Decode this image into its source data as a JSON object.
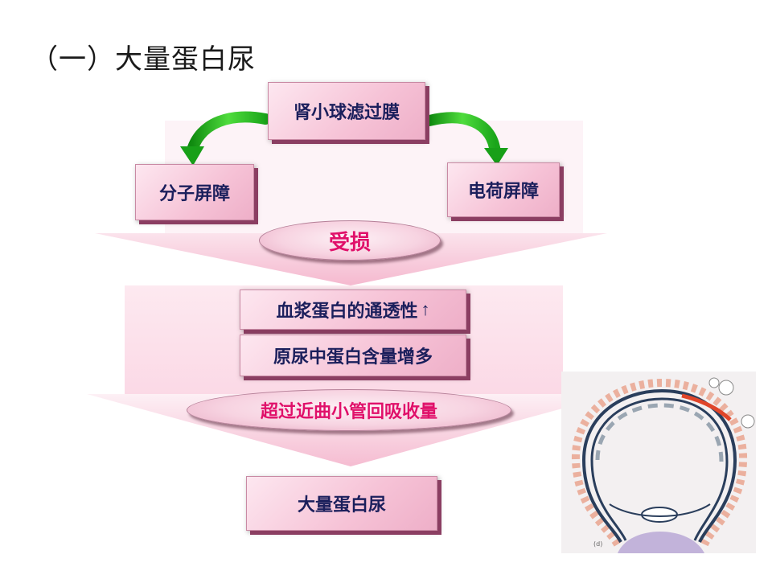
{
  "title": "（一）大量蛋白尿",
  "nodes": {
    "filtration_membrane": "肾小球滤过膜",
    "molecular_barrier": "分子屏障",
    "charge_barrier": "电荷屏障",
    "damage": "受损",
    "permeability": "血浆蛋白的通透性",
    "permeability_arrow": "↑",
    "urine_protein": "原尿中蛋白含量增多",
    "exceeds_reabsorption": "超过近曲小管回吸收量",
    "result": "大量蛋白尿"
  },
  "figure": {
    "label": "(d)"
  },
  "colors": {
    "box_text": "#1b1f5c",
    "oval_text": "#e0106a",
    "funnel": "#f9cfe0",
    "arrow_green": "#22b322"
  }
}
